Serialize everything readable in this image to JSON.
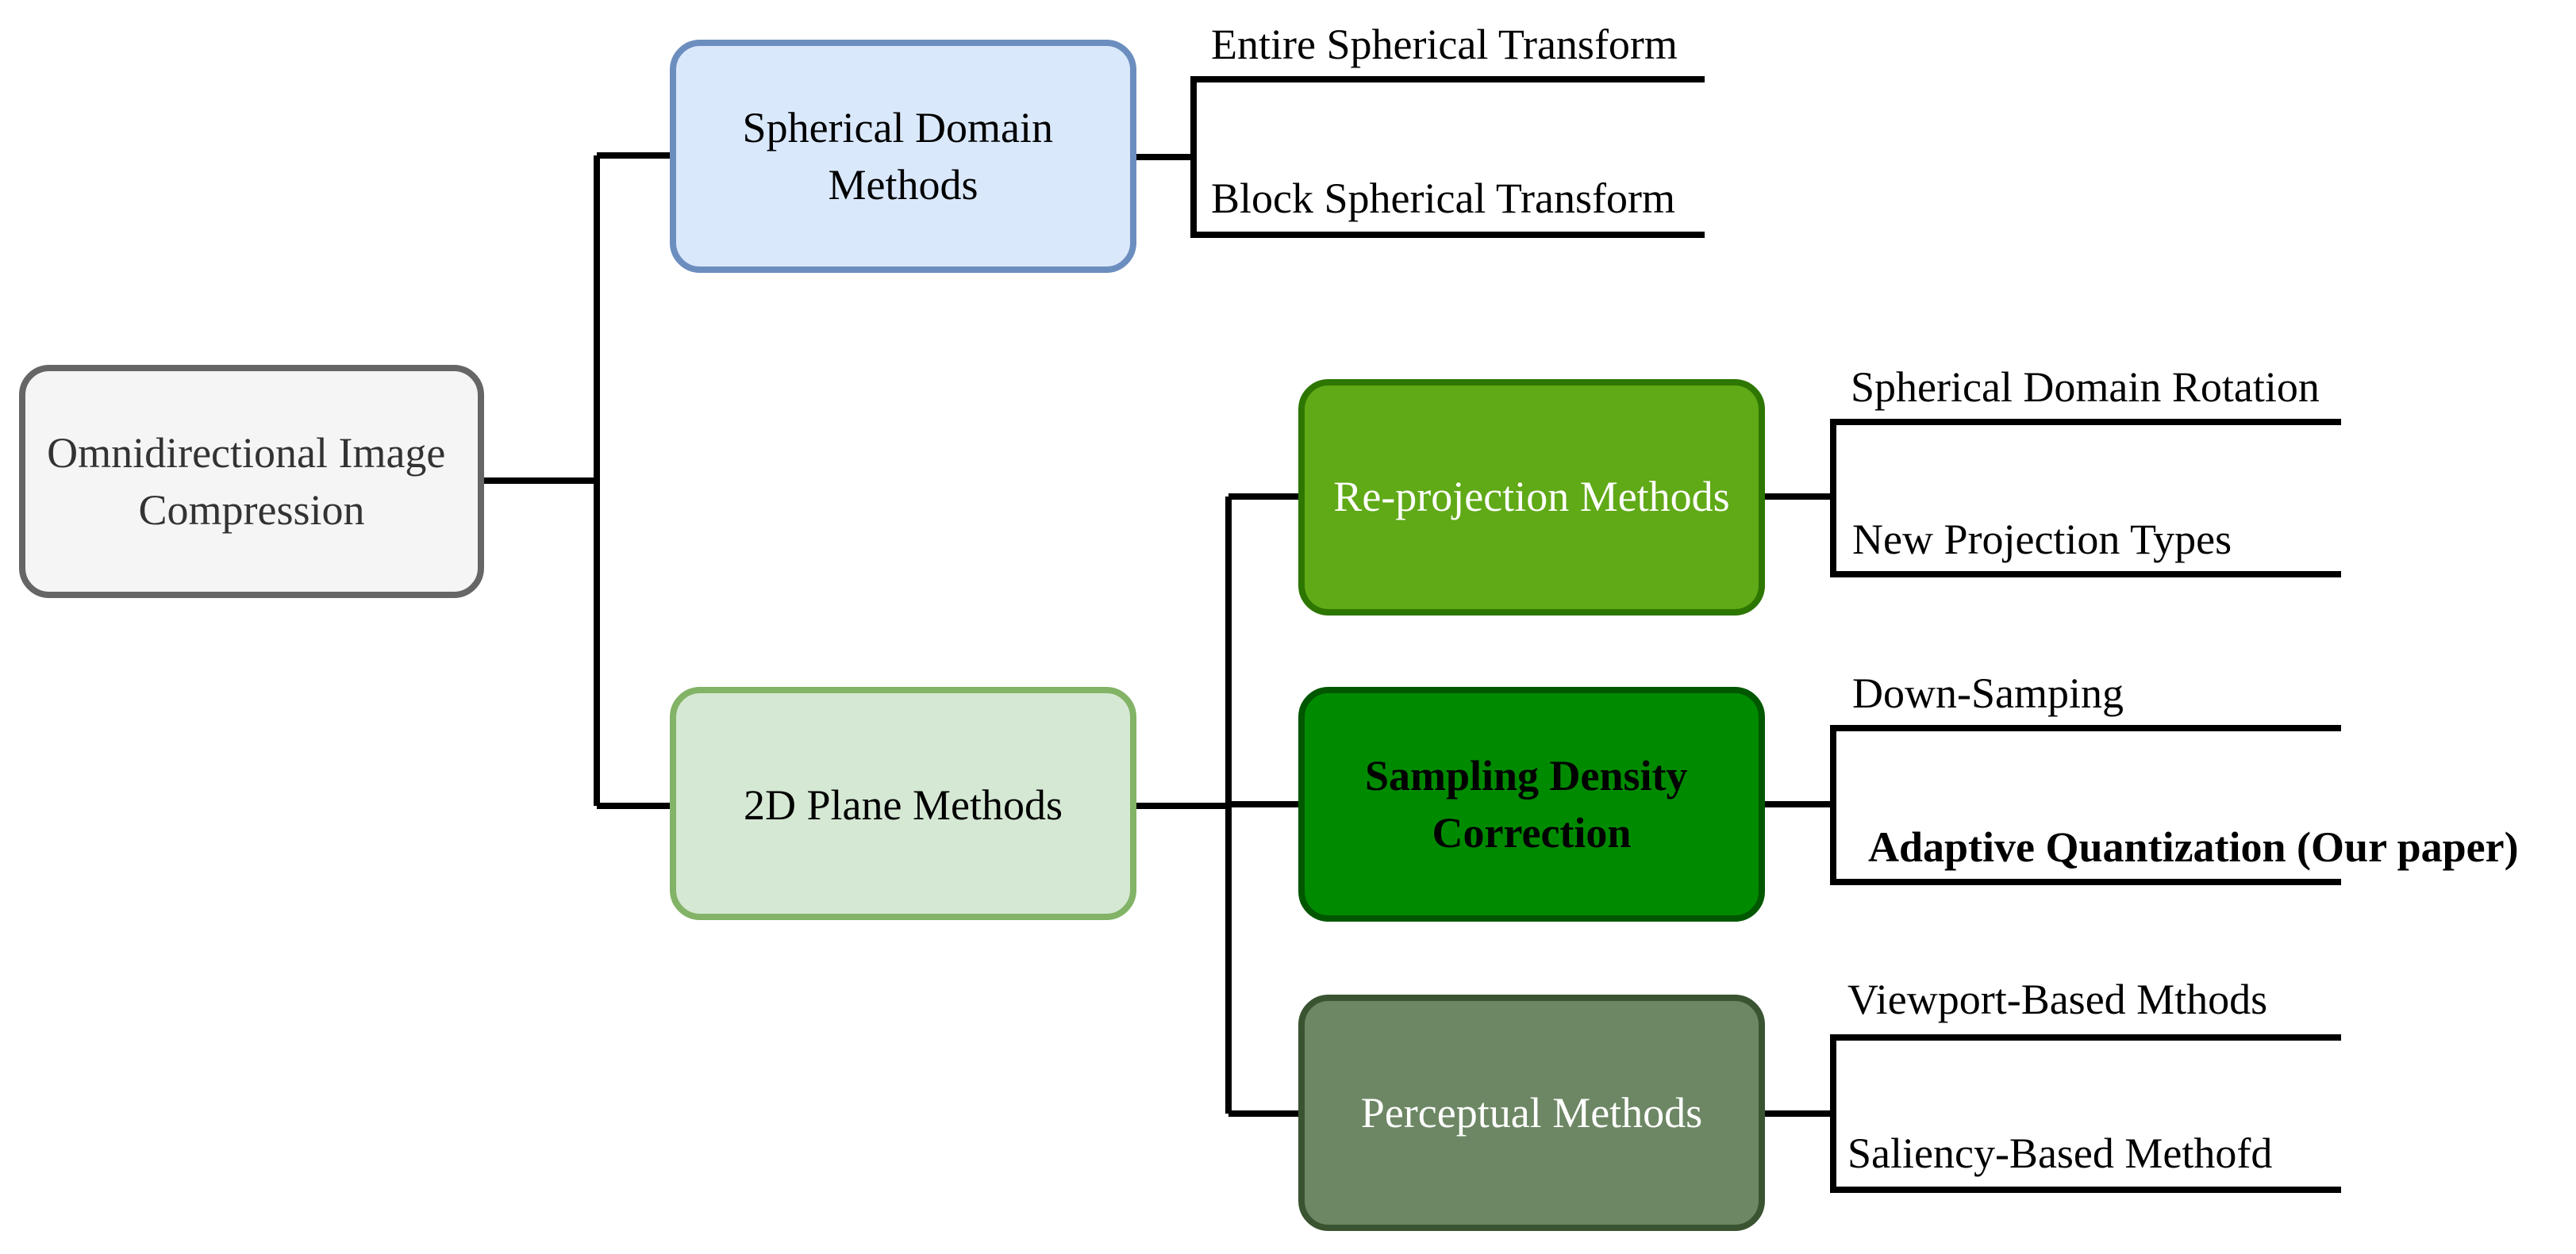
{
  "root": {
    "label_lines": [
      "Omnidirectional Image",
      "Compression"
    ],
    "fill": "#f5f5f5",
    "stroke": "#666666",
    "text_color": "#333333"
  },
  "spherical": {
    "label_lines": [
      "Spherical Domain",
      "Methods"
    ],
    "fill": "#dae8fc",
    "stroke": "#6c8ebf",
    "text_color": "#000000",
    "leaves": [
      "Entire Spherical Transform",
      "Block Spherical Transform"
    ]
  },
  "plane": {
    "label_lines": [
      "2D Plane Methods"
    ],
    "fill": "#d5e8d4",
    "stroke": "#82b366",
    "text_color": "#000000"
  },
  "reprojection": {
    "label_lines": [
      "Re-projection Methods"
    ],
    "fill": "#60a917",
    "stroke": "#2d7600",
    "text_color": "#ffffff",
    "leaves": [
      "Spherical Domain Rotation",
      "New Projection Types"
    ]
  },
  "sampling": {
    "label_lines": [
      "Sampling Density",
      "Correction"
    ],
    "fill": "#008a00",
    "stroke": "#005700",
    "text_color": "#000000",
    "leaves": [
      "Down-Samping",
      "Adaptive Quantization (Our paper)"
    ]
  },
  "perceptual": {
    "label_lines": [
      "Perceptual Methods"
    ],
    "fill": "#6d8764",
    "stroke": "#3a5431",
    "text_color": "#ffffff",
    "leaves": [
      "Viewport-Based Mthods",
      "Saliency-Based Methofd"
    ]
  },
  "connector_color": "#000000"
}
